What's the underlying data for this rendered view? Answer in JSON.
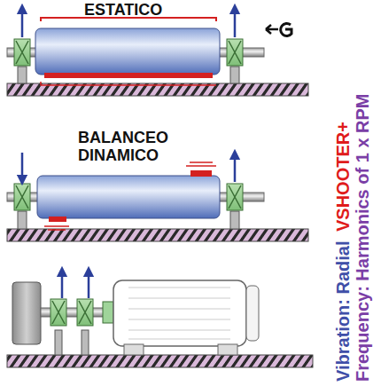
{
  "diagram": {
    "labels": [
      "ESTATICO",
      "BALANCEO DINAMICO",
      "VSHOOTER+",
      "Vibration: Radial",
      "Frequency: Harmonics of 1 x RPM"
    ]
  }
}
